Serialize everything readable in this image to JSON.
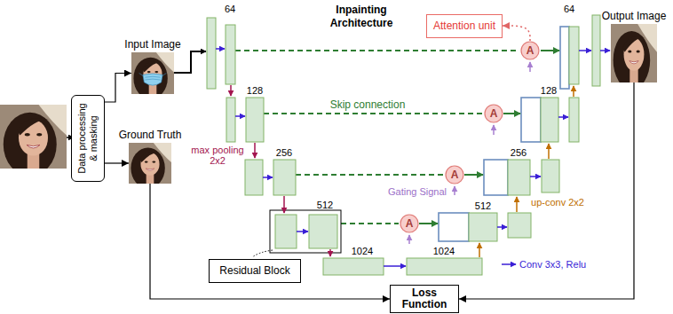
{
  "diagram": {
    "title": "Inpainting Architecture",
    "nodes": [
      {
        "text": [
          "Input Image"
        ]
      },
      {
        "text": [
          "Data processing & masking"
        ]
      },
      {
        "text": [
          "Ground Truth"
        ]
      },
      {
        "text": [
          "Attention unit"
        ]
      },
      {
        "text": [
          "A"
        ]
      },
      {
        "text": [
          "A"
        ]
      },
      {
        "text": [
          "A"
        ]
      },
      {
        "text": [
          "A"
        ]
      },
      {
        "text": [
          "Residual Block"
        ]
      },
      {
        "text": [
          "Output Image"
        ]
      },
      {
        "text": [
          "Loss Function"
        ]
      }
    ],
    "edges": [
      {
        "from": 1,
        "to": 0,
        "arrow": "to"
      },
      {
        "from": 1,
        "to": 2,
        "arrow": "to"
      },
      {
        "from": 2,
        "to": 10,
        "arrow": "to"
      },
      {
        "from": 9,
        "to": 10,
        "arrow": "to"
      },
      {
        "from": 4,
        "to": 3,
        "arrow": "to"
      }
    ],
    "labels": [
      "64",
      "128",
      "256",
      "512",
      "1024",
      "1024",
      "512",
      "256",
      "128",
      "64",
      "Skip connection",
      "max pooling 2x2",
      "Gating Signal",
      "up-conv 2x2",
      "Conv 3x3, Relu"
    ]
  }
}
